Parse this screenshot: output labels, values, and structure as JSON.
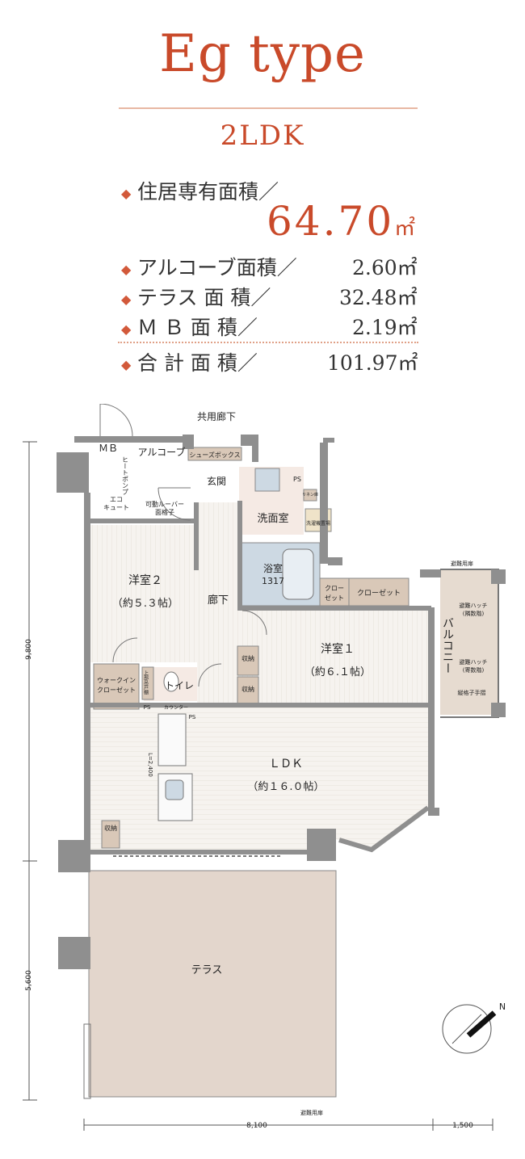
{
  "header": {
    "title": "Eg type",
    "subtitle": "2LDK"
  },
  "areas": {
    "living_label": "住居専有面積／",
    "living_value": "64.70",
    "unit": "㎡",
    "rows": [
      {
        "label": "アルコーブ面積／",
        "value": "2.60㎡"
      },
      {
        "label": "テラス 面 積／",
        "value": "32.48㎡"
      },
      {
        "label": "Ｍ Ｂ 面 積／",
        "value": "2.19㎡"
      },
      {
        "label": "合 計 面 積／",
        "value": "101.97㎡"
      }
    ]
  },
  "plan": {
    "corridor": "共用廊下",
    "mb": "ＭＢ",
    "heat_pump": "ヒートポンプ",
    "alcove": "アルコーブ",
    "shoe_box": "シューズボックス",
    "entrance": "玄関",
    "ps": "PS",
    "ecocute_1": "エコ",
    "ecocute_2": "キュート",
    "louver_1": "可動ルーバー",
    "louver_2": "面格子",
    "linen": "リネン庫",
    "washroom": "洗面室",
    "washer": "洗濯機置場",
    "bath": "浴室",
    "bath_size": "1317",
    "closet_small_1": "クロー",
    "closet_small_2": "ゼット",
    "closet_large": "クローゼット",
    "escape_door_top": "避難用扉",
    "hatch_1_a": "避難ハッチ",
    "hatch_1_b": "(隣数階)",
    "hatch_2_a": "避難ハッチ",
    "hatch_2_b": "(寄数階)",
    "balcony": "バルコニー",
    "railing": "縦格子手摺",
    "room2": "洋室２",
    "room2_size": "（約５.３帖）",
    "hallway": "廊下",
    "room1": "洋室１",
    "room1_size": "（約６.１帖）",
    "storage": "収納",
    "wic_1": "ウォークイン",
    "wic_2": "クローゼット",
    "shelf": "上部吊戸棚",
    "toilet": "トイレ",
    "counter": "カウンター",
    "ldk": "ＬＤＫ",
    "ldk_size": "（約１６.０帖）",
    "kitchen_l": "L=2,400",
    "terrace": "テラス",
    "escape_door_bottom": "避難用扉",
    "dim_9800": "9,800",
    "dim_5600": "5,600",
    "dim_8100": "8,100",
    "dim_1500": "1,500",
    "north": "N"
  },
  "colors": {
    "accent": "#c94a2a",
    "terrace": "#e3d6cc",
    "storage": "#d9c8b8",
    "bath": "#cdd9e3"
  }
}
